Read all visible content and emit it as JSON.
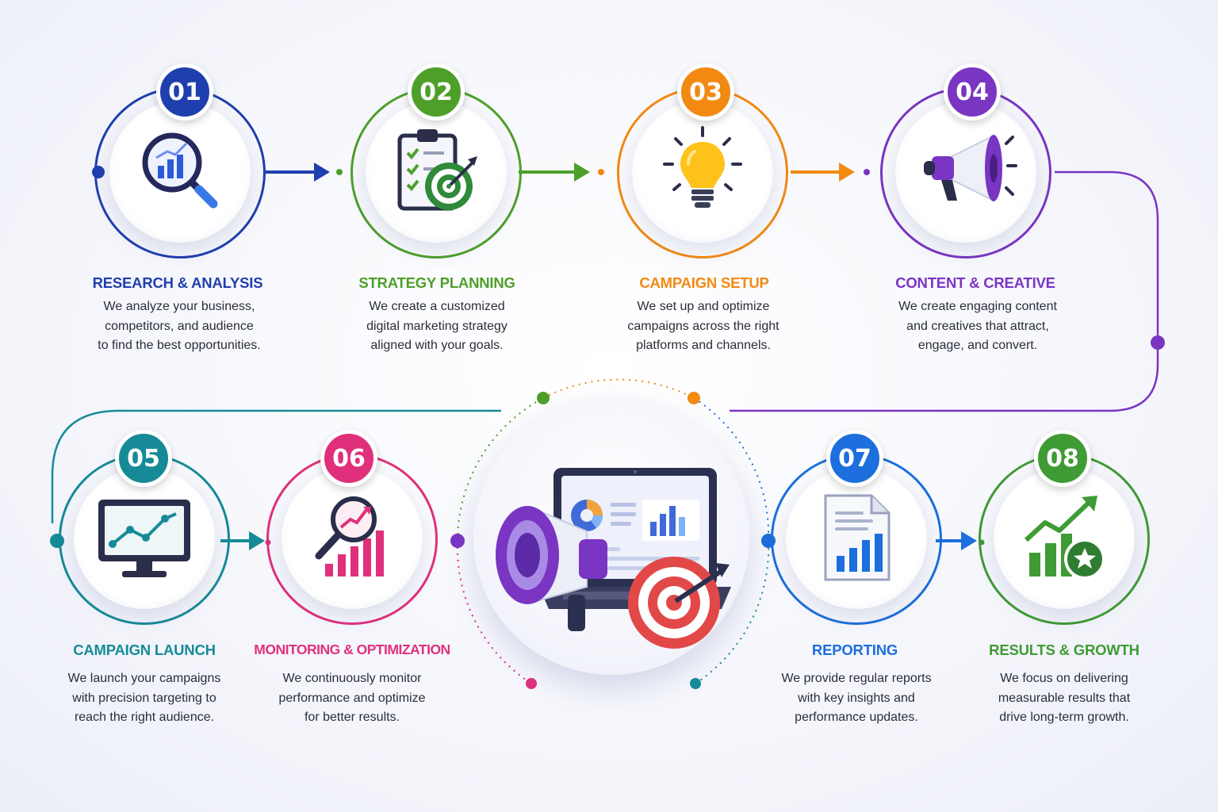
{
  "colors": {
    "step1": "#1f3fae",
    "step2": "#4e9f2a",
    "step3": "#f28a12",
    "step4": "#7a35c3",
    "step5": "#168b97",
    "step6": "#e0307c",
    "step7": "#1c6fdc",
    "step8": "#3f9b34"
  },
  "steps": [
    {
      "number": "01",
      "title": "RESEARCH & ANALYSIS",
      "icon": "magnifier-chart-icon",
      "desc": [
        "We analyze your business,",
        "competitors, and audience",
        "to find the best opportunities."
      ]
    },
    {
      "number": "02",
      "title": "STRATEGY PLANNING",
      "icon": "clipboard-target-icon",
      "desc": [
        "We create a customized",
        "digital marketing strategy",
        "aligned with your goals."
      ]
    },
    {
      "number": "03",
      "title": "CAMPAIGN SETUP",
      "icon": "lightbulb-icon",
      "desc": [
        "We set up and optimize",
        "campaigns across the right",
        "platforms and channels."
      ]
    },
    {
      "number": "04",
      "title": "CONTENT & CREATIVE",
      "icon": "megaphone-icon",
      "desc": [
        "We create engaging content",
        "and creatives that attract,",
        "engage, and convert."
      ]
    },
    {
      "number": "05",
      "title": "CAMPAIGN LAUNCH",
      "icon": "monitor-line-chart-icon",
      "desc": [
        "We launch your campaigns",
        "with precision targeting to",
        "reach the right audience."
      ]
    },
    {
      "number": "06",
      "title": "MONITORING & OPTIMIZATION",
      "icon": "magnifier-growth-bars-icon",
      "desc": [
        "We continuously monitor",
        "performance and optimize",
        "for better results."
      ]
    },
    {
      "number": "07",
      "title": "REPORTING",
      "icon": "report-document-icon",
      "desc": [
        "We provide regular reports",
        "with key insights and",
        "performance updates."
      ]
    },
    {
      "number": "08",
      "title": "RESULTS & GROWTH",
      "icon": "growth-chart-star-icon",
      "desc": [
        "We focus on delivering",
        "measurable results that",
        "drive long-term growth."
      ]
    }
  ],
  "hub": {
    "icon": "laptop-megaphone-target-icon"
  }
}
